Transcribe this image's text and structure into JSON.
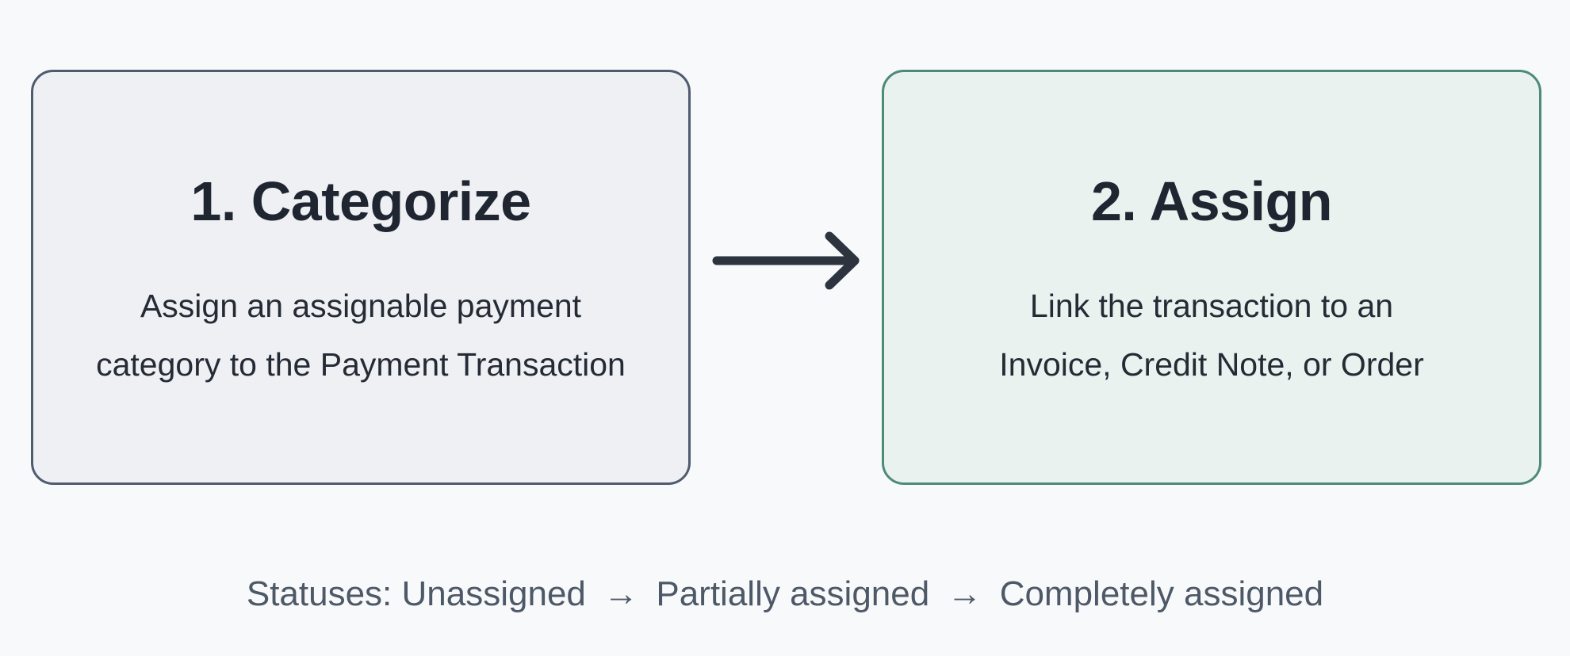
{
  "steps": [
    {
      "title": "1. Categorize",
      "description_lines": [
        "Assign an assignable payment",
        "category to the Payment Transaction"
      ]
    },
    {
      "title": "2. Assign",
      "description_lines": [
        "Link the transaction to an",
        "Invoice, Credit Note, or Order"
      ]
    }
  ],
  "statuses": {
    "prefix": "Statuses:",
    "items": [
      "Unassigned",
      "Partially assigned",
      "Completely assigned"
    ],
    "separator": "→"
  },
  "colors": {
    "step1_border": "#4f5b6e",
    "step1_fill": "#eef0f4",
    "step2_border": "#4d8a78",
    "step2_fill": "#eaf2ef",
    "arrow": "#2d3440",
    "status_text": "#4e5968"
  },
  "icons": {
    "flow_arrow": "right-arrow-icon"
  }
}
